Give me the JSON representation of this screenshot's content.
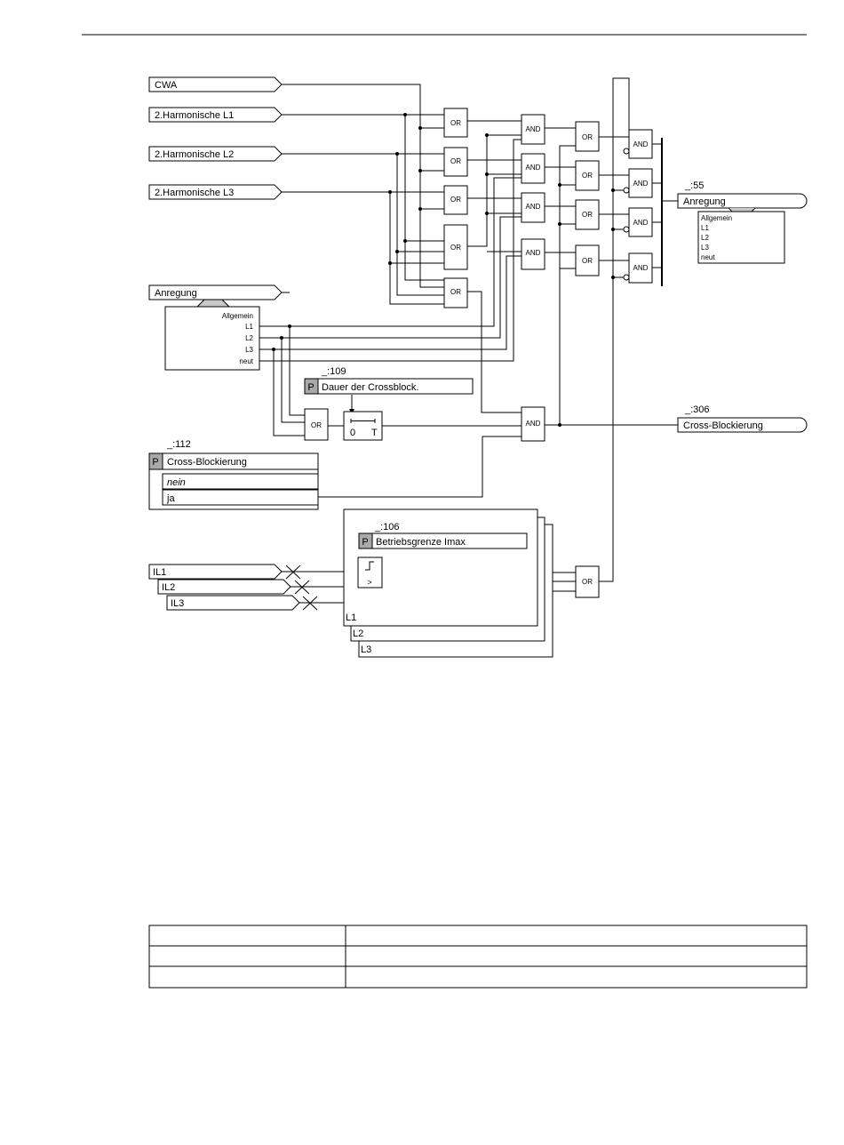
{
  "inputs": {
    "cwa": "CWA",
    "h2_l1": "2.Harmonische L1",
    "h2_l2": "2.Harmonische L2",
    "h2_l3": "2.Harmonische L3",
    "anregung": "Anregung"
  },
  "anregung_bus": [
    "Allgemein",
    "L1",
    "L2",
    "L3",
    "neut"
  ],
  "gates": {
    "or": "OR",
    "and": "AND"
  },
  "outputs": {
    "anregung": {
      "id": "_:55",
      "label": "Anregung",
      "bus": [
        "Allgemein",
        "L1",
        "L2",
        "L3",
        "neut"
      ]
    },
    "cross": {
      "id": "_:306",
      "label": "Cross-Blockierung"
    }
  },
  "param_109": {
    "id": "_:109",
    "p": "P",
    "label": "Dauer der Crossblock."
  },
  "timer": {
    "zero": "0",
    "t": "T"
  },
  "param_112": {
    "id": "_:112",
    "p": "P",
    "label": "Cross-Blockierung",
    "options": [
      "nein",
      "ja"
    ]
  },
  "imax": {
    "id": "_:106",
    "p": "P",
    "label": "Betriebsgrenze Imax",
    "comparator": ">",
    "phases": [
      "L1",
      "L2",
      "L3"
    ],
    "currents": [
      "IL1",
      "IL2",
      "IL3"
    ]
  },
  "table": {
    "rows": [
      [
        "",
        ""
      ],
      [
        "",
        ""
      ],
      [
        "",
        ""
      ]
    ]
  }
}
